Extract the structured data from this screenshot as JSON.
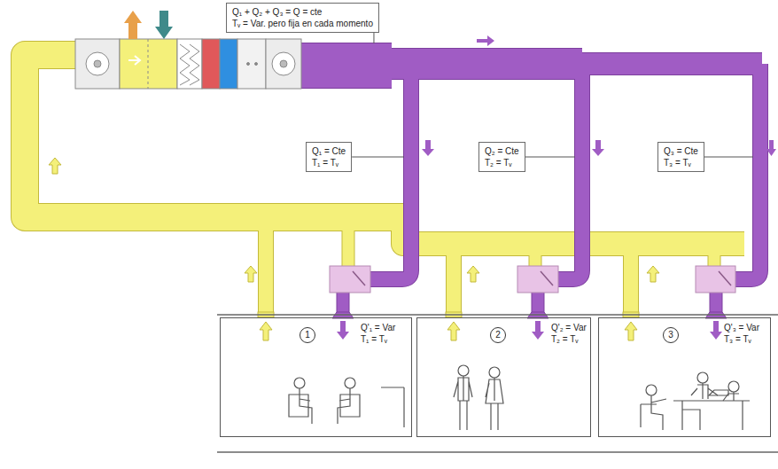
{
  "diagram": {
    "nodes": [
      {
        "text": [
          "Q₁ + Q₂ + Q₃ = Q = cte",
          "Tᵥ = Var. pero fija en cada momento"
        ]
      },
      {
        "text": [
          "Q₁ = Cte",
          "T₁ = Tᵥ"
        ]
      },
      {
        "text": [
          "Q₂ = Cte",
          "T₂ = Tᵥ"
        ]
      },
      {
        "text": [
          "Q₃ = Cte",
          "T₃ = Tᵥ"
        ]
      },
      {
        "text": [
          "1",
          "Q'₁ = Var",
          "T₁ = Tᵥ"
        ]
      },
      {
        "text": [
          "2",
          "Q'₂ = Var",
          "T₂ = Tᵥ"
        ]
      },
      {
        "text": [
          "3",
          "Q'₃ = Var",
          "T₃ = Tᵥ"
        ]
      }
    ]
  }
}
